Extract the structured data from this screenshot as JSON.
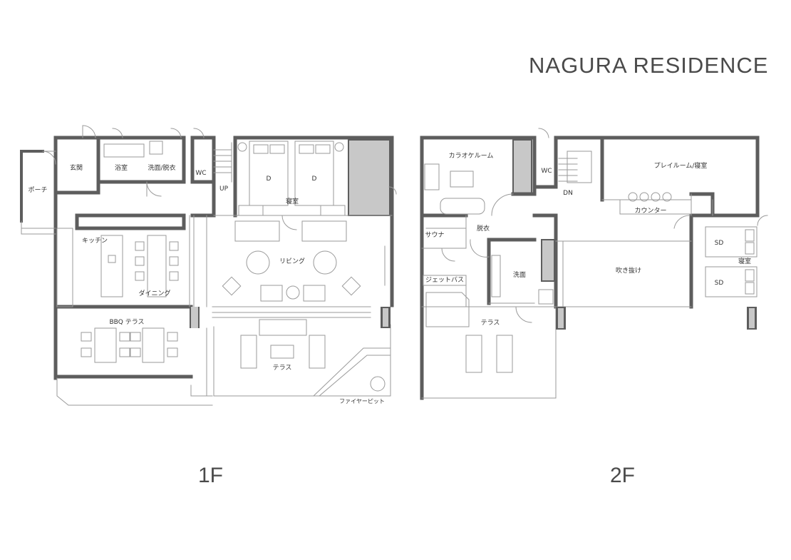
{
  "title": "NAGURA RESIDENCE",
  "colors": {
    "wall": "#5d5d5d",
    "thin": "#9a9a9a",
    "shaded": "#c8c8c8",
    "text": "#333333"
  },
  "floors": [
    {
      "label": "1F",
      "rooms": [
        "ポーチ",
        "玄関",
        "浴室",
        "洗面/脱衣",
        "WC",
        "UP",
        "D",
        "D",
        "寝室",
        "キッチン",
        "ダイニング",
        "リビング",
        "BBQ テラス",
        "テラス",
        "ファイヤーピット"
      ]
    },
    {
      "label": "2F",
      "rooms": [
        "カラオケルーム",
        "WC",
        "DN",
        "プレイルーム/寝室",
        "カウンター",
        "サウナ",
        "脱衣",
        "ジェットバス",
        "洗面",
        "吹き抜け",
        "SD",
        "SD",
        "寝室",
        "テラス"
      ]
    }
  ]
}
